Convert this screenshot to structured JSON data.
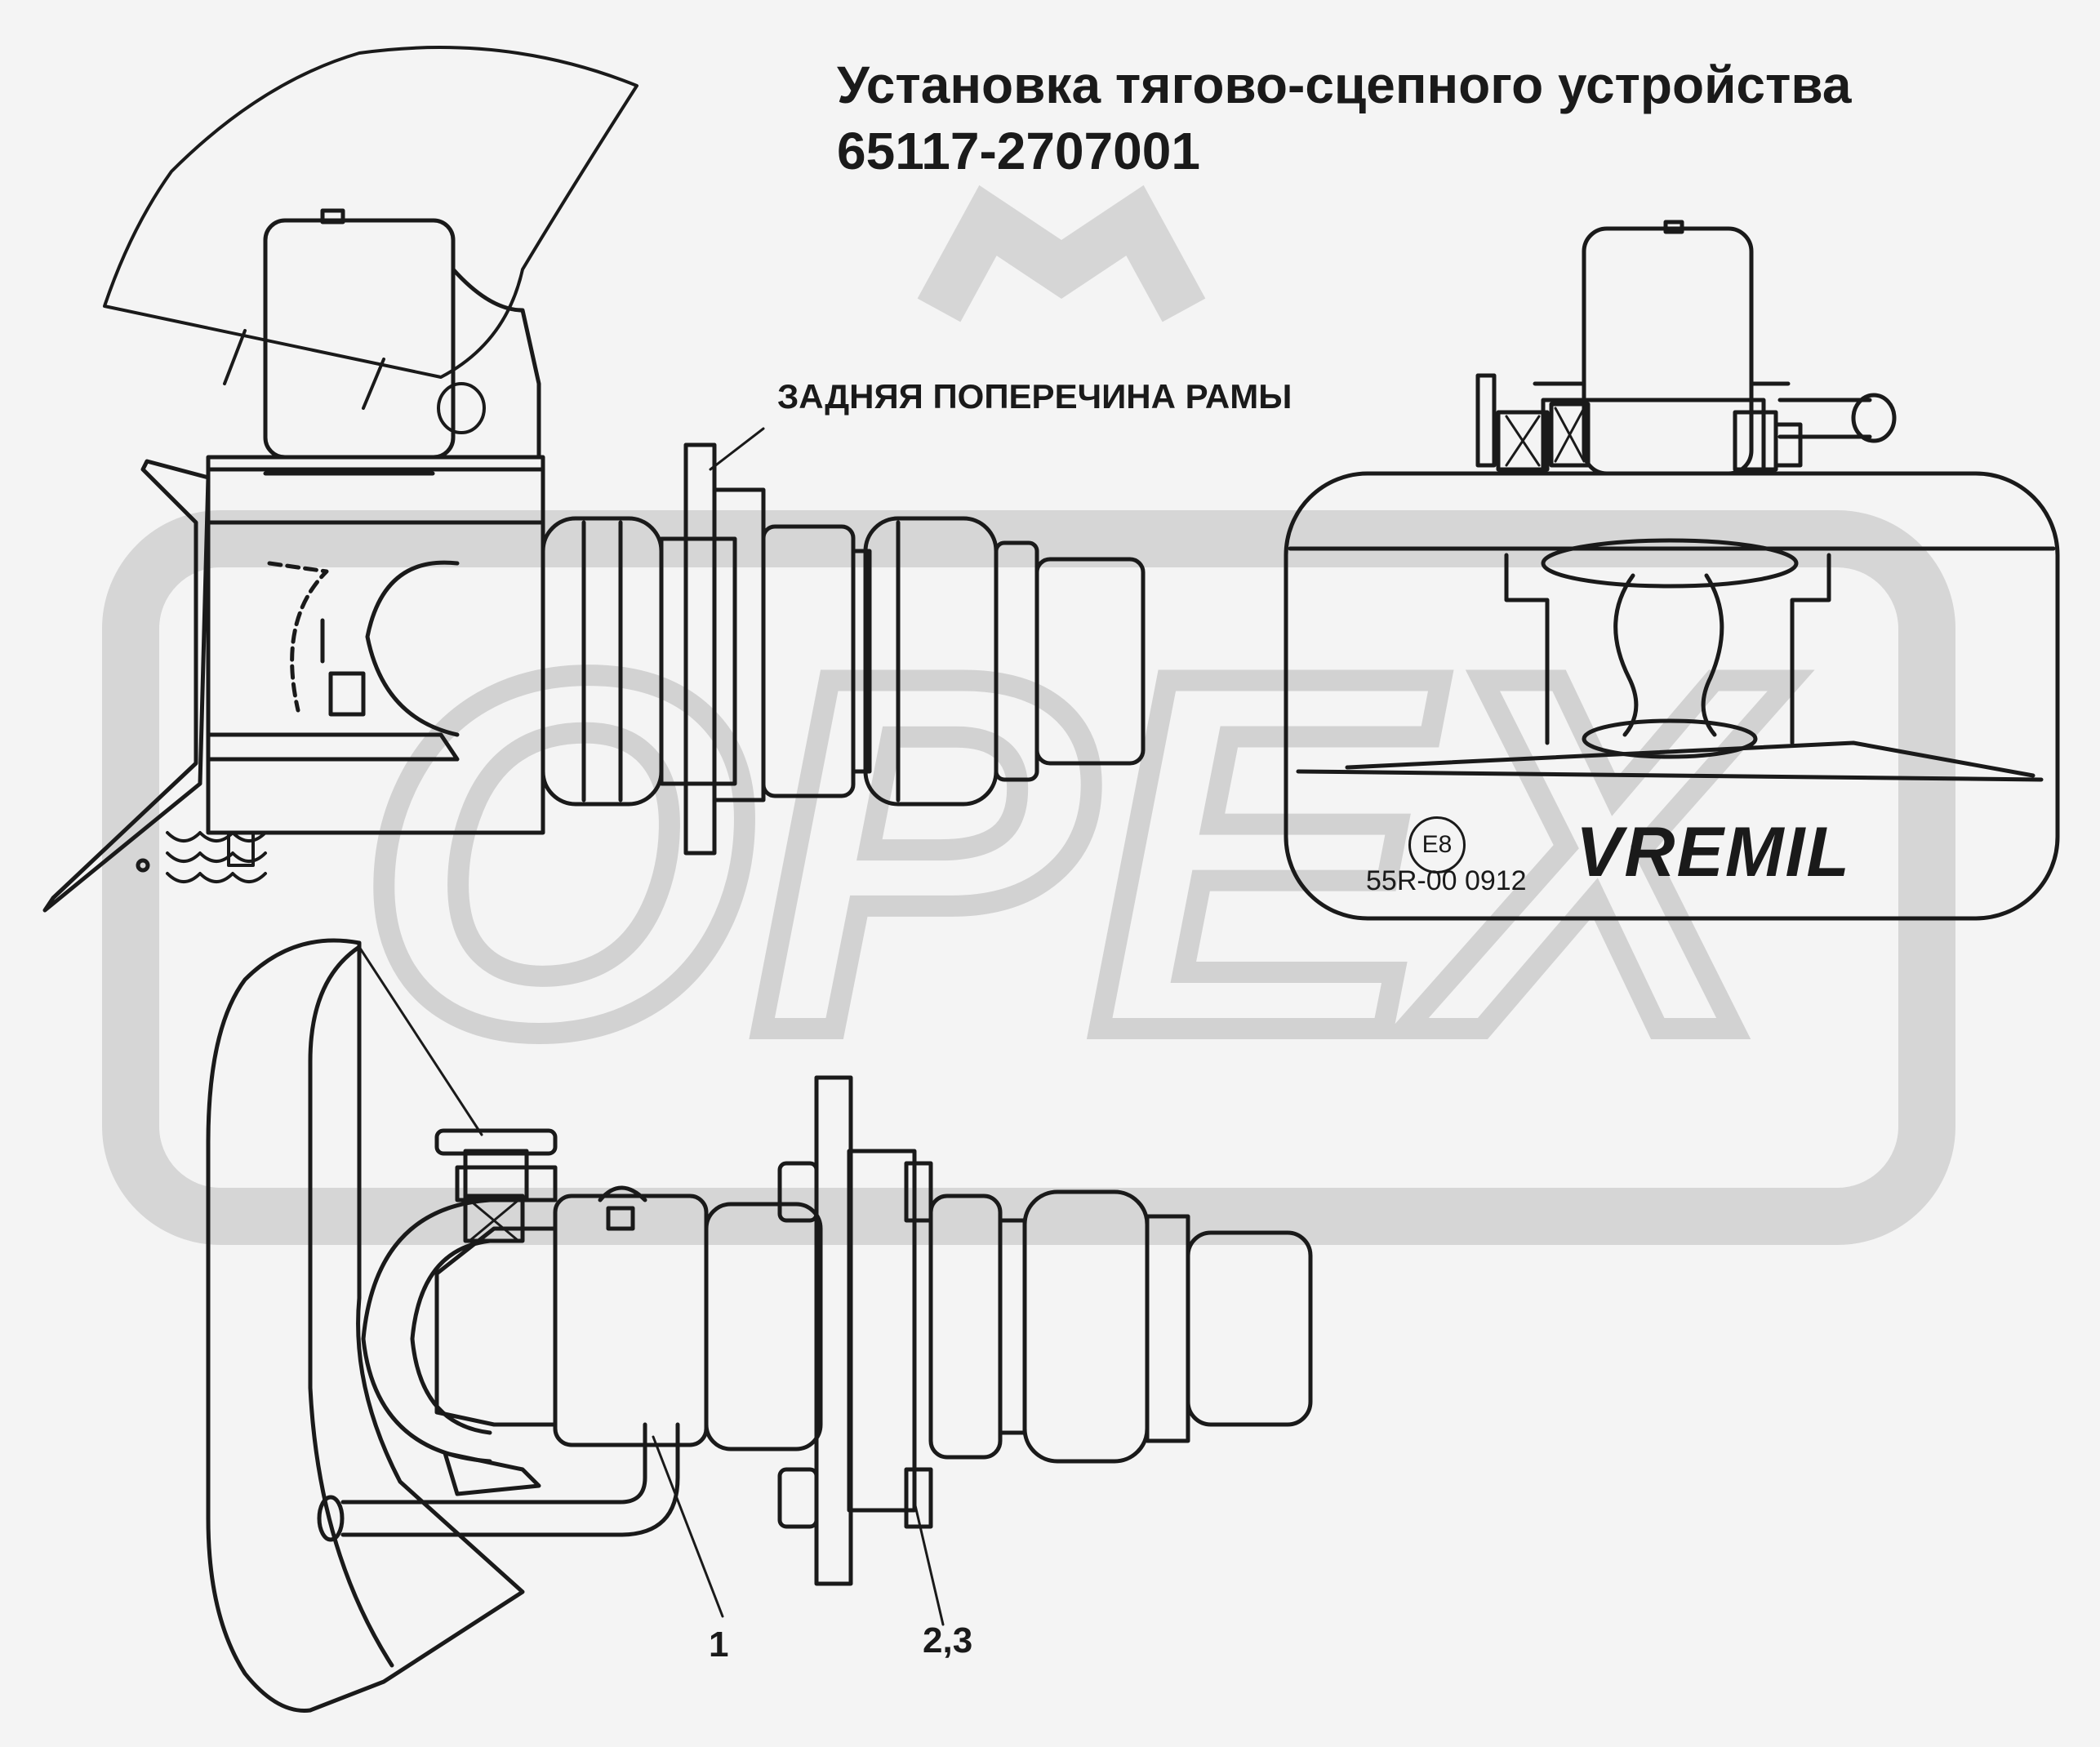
{
  "title": {
    "line1": "Установка тягово-сцепного устройства",
    "line2": "65117-2707001"
  },
  "labels": {
    "frame_crossmember": "ЗАДНЯЯ ПОПЕРЕЧИНА РАМЫ",
    "callout_1": "1",
    "callout_2_3": "2,3"
  },
  "plate": {
    "cert_mark": "E8",
    "approval_number": "55R-00 0912",
    "brand": "VREMIL"
  },
  "watermark": {
    "text": "OPEX",
    "color": "#d9d9d9"
  },
  "colors": {
    "line": "#1a1a1a",
    "paper": "#f4f4f4"
  }
}
